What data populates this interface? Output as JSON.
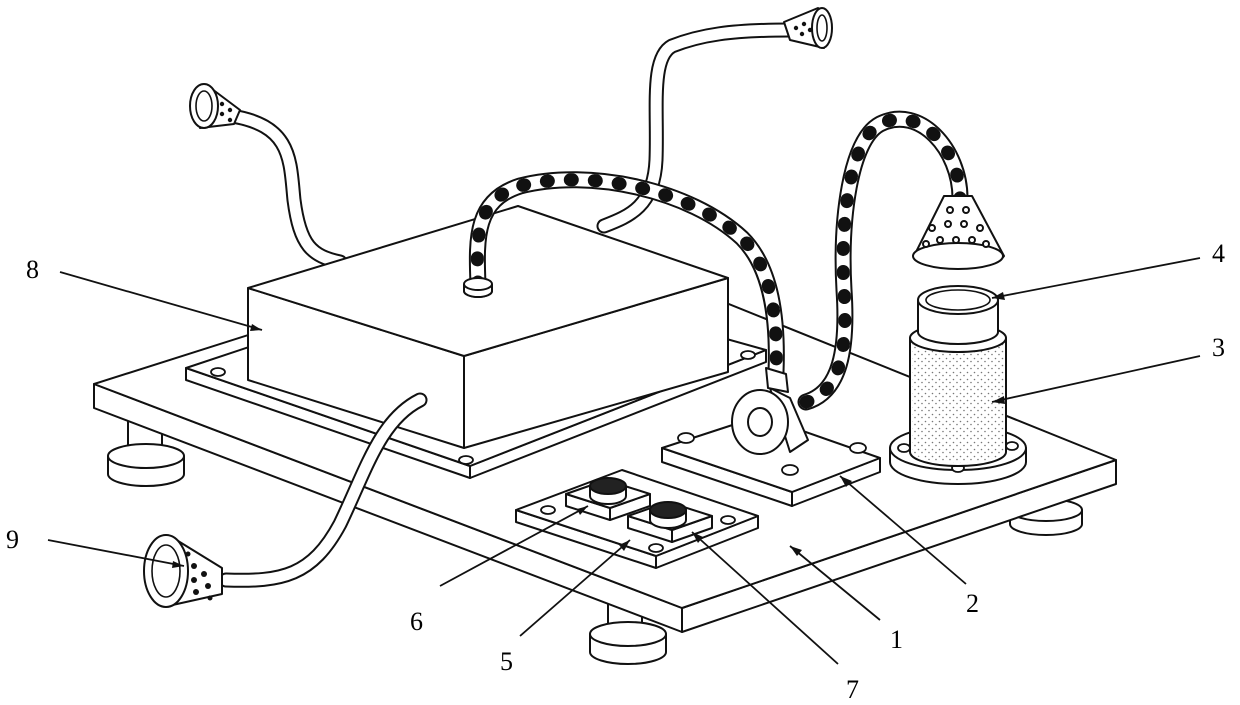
{
  "diagram": {
    "callouts": [
      {
        "id": "1",
        "text": "1"
      },
      {
        "id": "2",
        "text": "2"
      },
      {
        "id": "3",
        "text": "3"
      },
      {
        "id": "4",
        "text": "4"
      },
      {
        "id": "5",
        "text": "5"
      },
      {
        "id": "6",
        "text": "6"
      },
      {
        "id": "7",
        "text": "7"
      },
      {
        "id": "8",
        "text": "8"
      },
      {
        "id": "9",
        "text": "9"
      }
    ]
  },
  "colors": {
    "line": "#111111",
    "background": "#ffffff",
    "speckle": "#777777"
  }
}
